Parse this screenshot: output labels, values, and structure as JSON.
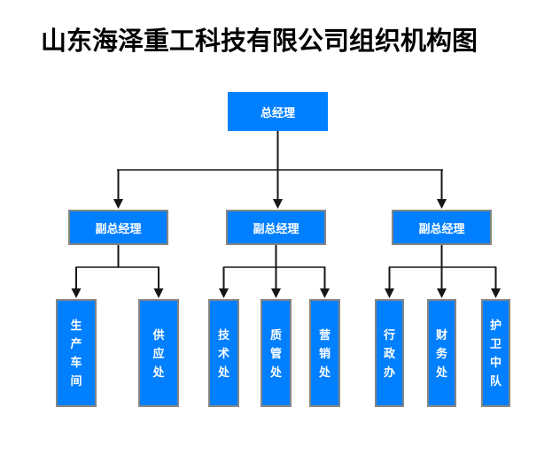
{
  "title": "山东海泽重工科技有限公司组织机构图",
  "org_chart": {
    "root": {
      "label": "总经理"
    },
    "deputies": [
      {
        "label": "副总经理"
      },
      {
        "label": "副总经理"
      },
      {
        "label": "副总经理"
      }
    ],
    "departments": [
      {
        "label": "生产车间",
        "parent": 0
      },
      {
        "label": "供应处",
        "parent": 0
      },
      {
        "label": "技术处",
        "parent": 1
      },
      {
        "label": "质管处",
        "parent": 1
      },
      {
        "label": "营销处",
        "parent": 1
      },
      {
        "label": "行政办",
        "parent": 2
      },
      {
        "label": "财务处",
        "parent": 2
      },
      {
        "label": "护卫中队",
        "parent": 2
      }
    ]
  },
  "colors": {
    "node_fill": "#007fff",
    "node_border": "#858585",
    "node_text": "#ffffff",
    "connector": "#161616",
    "title_text": "#000000",
    "background": "#ffffff"
  }
}
